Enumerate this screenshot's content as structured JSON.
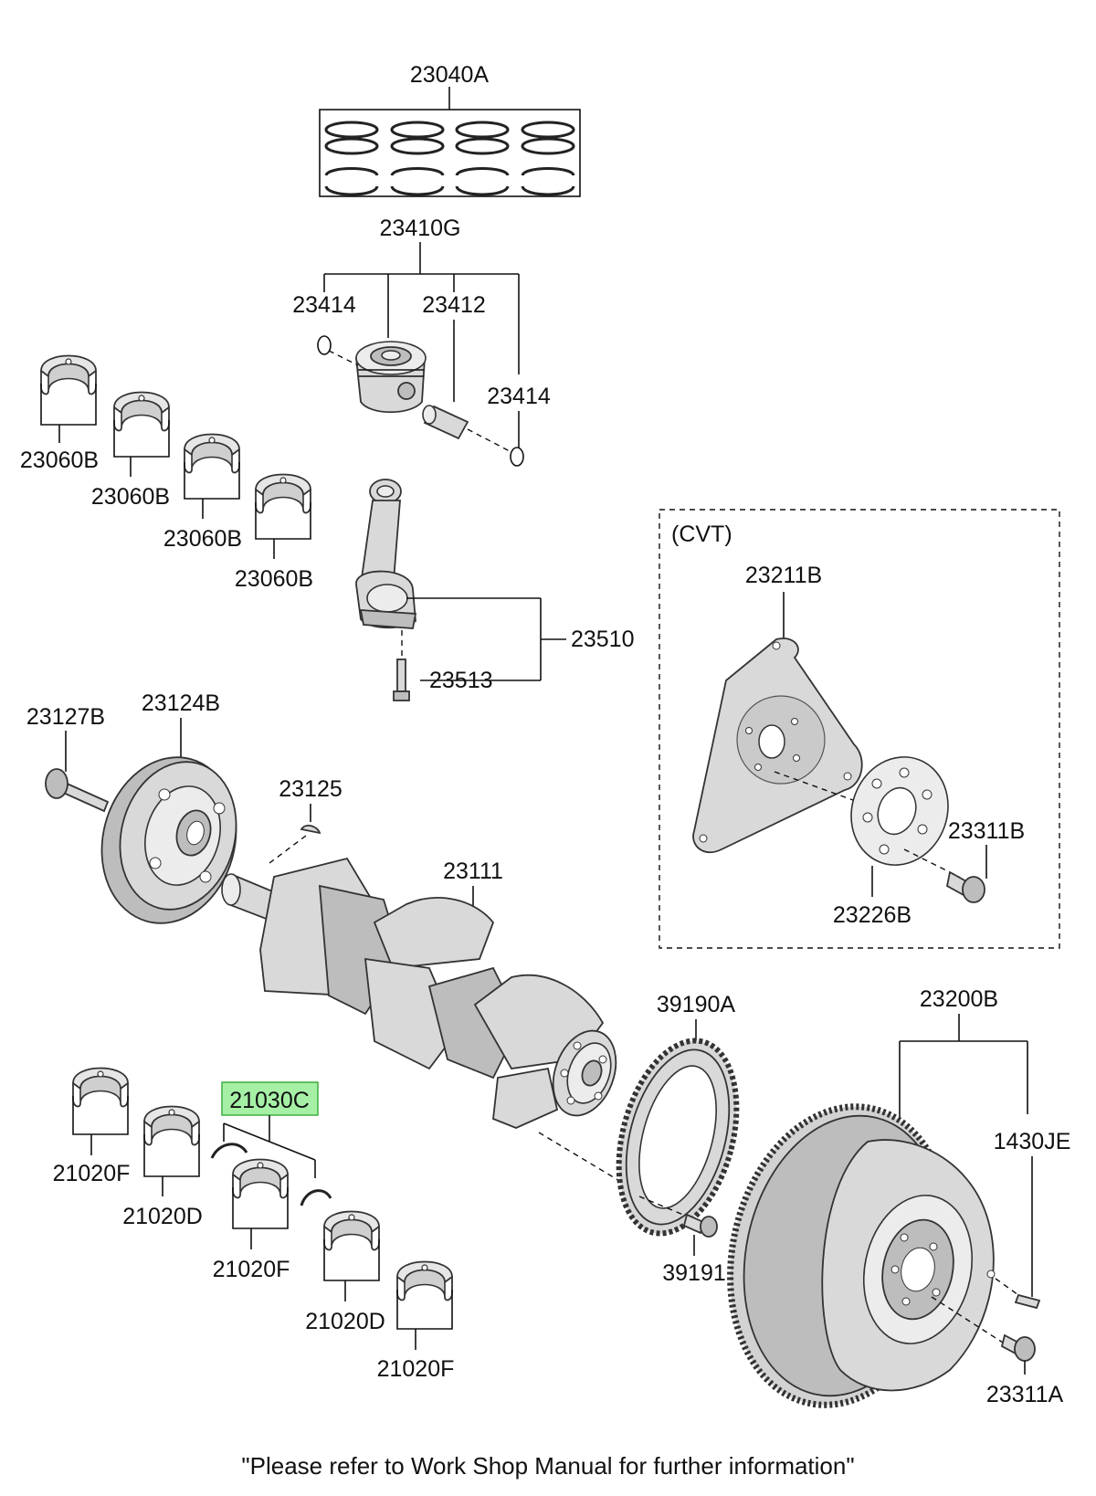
{
  "labels": {
    "piston_rings": "23040A",
    "piston_assy": "23410G",
    "snap_ring_left": "23414",
    "piston_pin": "23412",
    "snap_ring_right": "23414",
    "conrod_bearing_1": "23060B",
    "conrod_bearing_2": "23060B",
    "conrod_bearing_3": "23060B",
    "conrod_bearing_4": "23060B",
    "connecting_rod": "23510",
    "rod_bolt": "23513",
    "cvt_group": "(CVT)",
    "drive_plate": "23211B",
    "adapter_plate": "23226B",
    "drive_plate_bolt": "23311B",
    "pulley_bolt": "23127B",
    "damper_pulley": "23124B",
    "key": "23125",
    "crankshaft": "23111",
    "sensor_wheel": "39190A",
    "sensor_wheel_bolt": "39191",
    "flywheel": "23200B",
    "dowel_pin": "1430JE",
    "flywheel_bolt": "23311A",
    "thrust_washer": "21030C",
    "main_bearing_1": "21020F",
    "main_bearing_2": "21020D",
    "main_bearing_3": "21020F",
    "main_bearing_4": "21020D",
    "main_bearing_5": "21020F"
  },
  "highlight_color": "#a6f0a6",
  "footer": "\"Please refer to Work Shop Manual for further information\""
}
